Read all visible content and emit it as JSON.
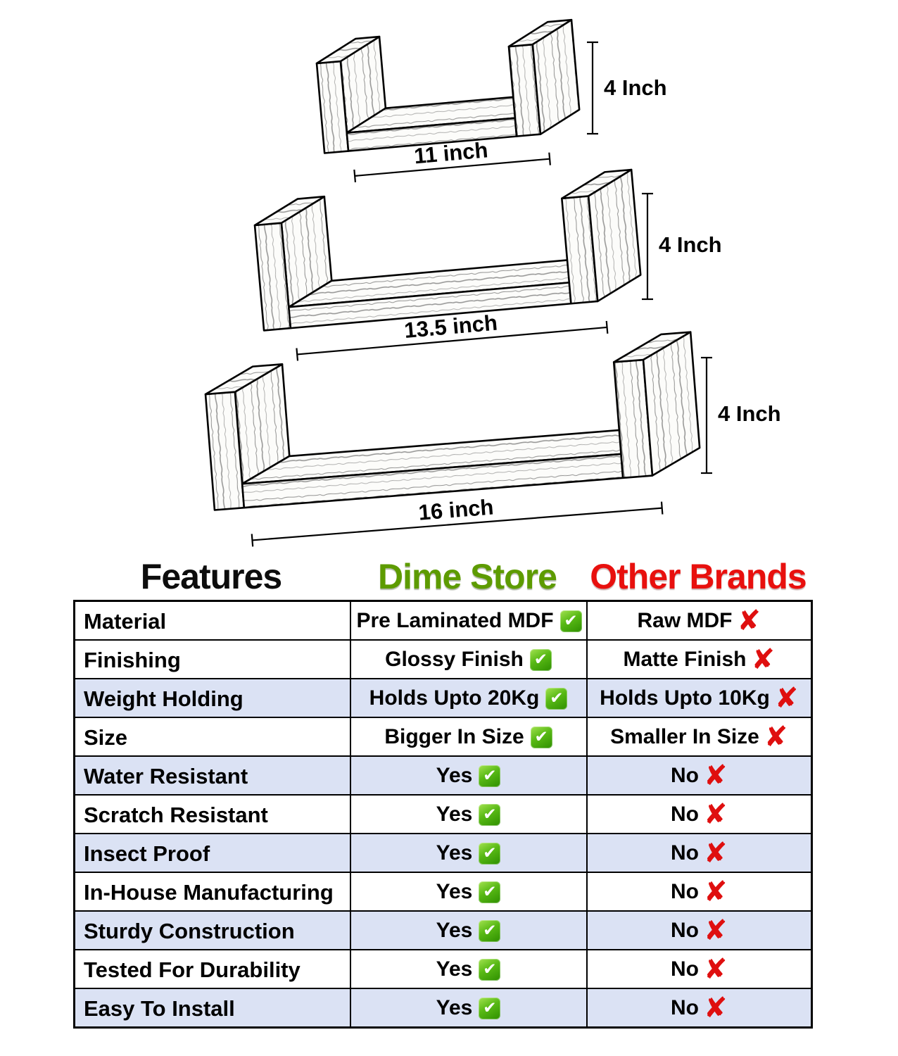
{
  "diagram": {
    "shelves": [
      {
        "name": "small",
        "width_label": "11 inch",
        "height_label": "4 Inch"
      },
      {
        "name": "medium",
        "width_label": "13.5 inch",
        "height_label": "4 Inch"
      },
      {
        "name": "large",
        "width_label": "16 inch",
        "height_label": "4 Inch"
      }
    ]
  },
  "comparison": {
    "headers": {
      "features": "Features",
      "brand": "Dime Store",
      "other": "Other Brands"
    },
    "rows": [
      {
        "feature": "Material",
        "dime": "Pre Laminated MDF",
        "other": "Raw MDF"
      },
      {
        "feature": "Finishing",
        "dime": "Glossy Finish",
        "other": "Matte Finish"
      },
      {
        "feature": "Weight Holding",
        "dime": "Holds Upto 20Kg",
        "other": "Holds Upto 10Kg"
      },
      {
        "feature": "Size",
        "dime": "Bigger In Size",
        "other": "Smaller In Size"
      },
      {
        "feature": "Water Resistant",
        "dime": "Yes",
        "other": "No"
      },
      {
        "feature": "Scratch Resistant",
        "dime": "Yes",
        "other": "No"
      },
      {
        "feature": "Insect Proof",
        "dime": "Yes",
        "other": "No"
      },
      {
        "feature": "In-House Manufacturing",
        "dime": "Yes",
        "other": "No"
      },
      {
        "feature": "Sturdy Construction",
        "dime": "Yes",
        "other": "No"
      },
      {
        "feature": "Tested For Durability",
        "dime": "Yes",
        "other": "No"
      },
      {
        "feature": "Easy To Install",
        "dime": "Yes",
        "other": "No"
      }
    ]
  },
  "icons": {
    "check": "✔",
    "cross": "✘"
  },
  "colors": {
    "brand_green": "#5d9b00",
    "other_red": "#e8100e",
    "row_shade": "#dbe2f4",
    "check_green": "#3f9b00",
    "cross_red": "#df0f0f"
  }
}
